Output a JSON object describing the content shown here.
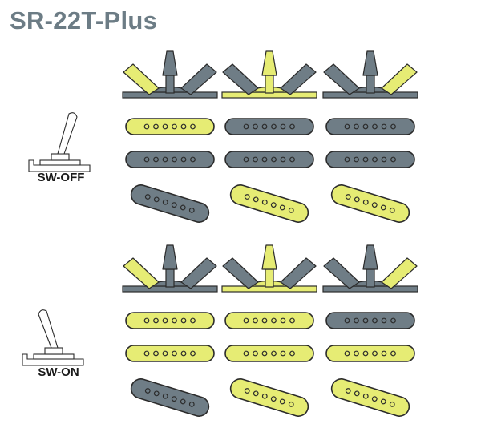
{
  "title": "SR-22T-Plus",
  "colors": {
    "on": "#e6ec74",
    "off": "#6f7d86",
    "outline": "#2b2b2b",
    "title": "#6c7c85"
  },
  "sections": [
    {
      "label": "SW-OFF",
      "toggle": "off",
      "columns": [
        {
          "selector": [
            "on",
            "off",
            "off"
          ],
          "neck": "on",
          "middle": "off",
          "bridge": "off"
        },
        {
          "selector": [
            "off",
            "on",
            "off"
          ],
          "neck": "off",
          "middle": "off",
          "bridge": "on"
        },
        {
          "selector": [
            "off",
            "off",
            "on"
          ],
          "neck": "off",
          "middle": "off",
          "bridge": "on"
        }
      ]
    },
    {
      "label": "SW-ON",
      "toggle": "on",
      "columns": [
        {
          "selector": [
            "on",
            "off",
            "off"
          ],
          "neck": "on",
          "middle": "on",
          "bridge": "off"
        },
        {
          "selector": [
            "off",
            "on",
            "off"
          ],
          "neck": "on",
          "middle": "on",
          "bridge": "on"
        },
        {
          "selector": [
            "off",
            "off",
            "on"
          ],
          "neck": "off",
          "middle": "on",
          "bridge": "on"
        }
      ]
    }
  ]
}
